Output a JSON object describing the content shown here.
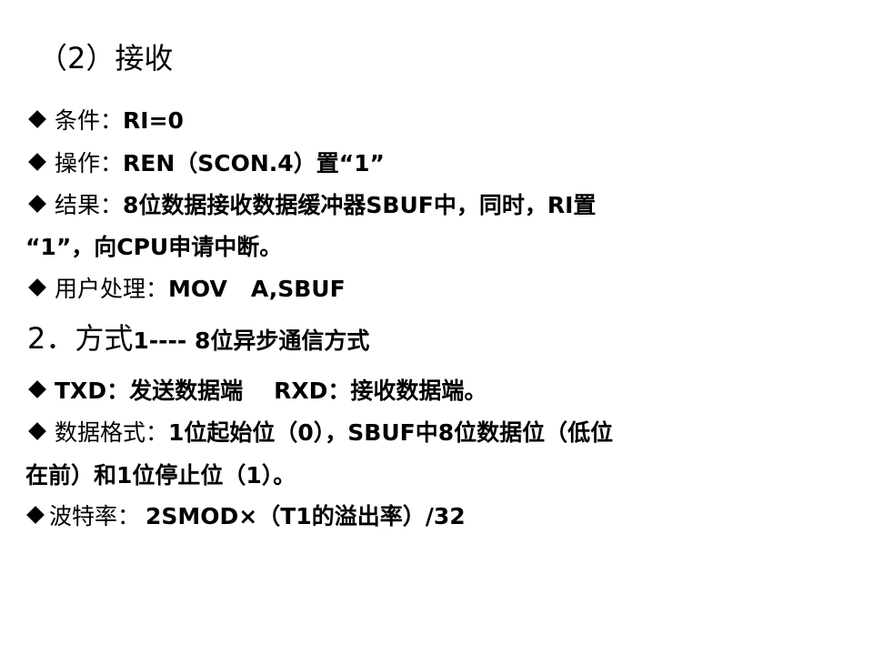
{
  "section1": {
    "title": "（2）接收"
  },
  "receive_items": [
    {
      "label": "条件：",
      "value": "RI=0"
    },
    {
      "label": "操作：",
      "value_a": "REN",
      "value_b": "（SCON.4）置“1”"
    },
    {
      "label": "结果：",
      "value_a": "8位数据接收数据缓冲器SBUF中，同时，RI置",
      "continuation": "“1”，向CPU申请中断。"
    },
    {
      "label": "用户处理：",
      "value": "MOV   A,SBUF"
    }
  ],
  "section2": {
    "number": "2．",
    "title_a": "方式",
    "title_b": "1---- 8位异步通信方式"
  },
  "mode1_items": [
    {
      "text_a": "TXD：发送数据端",
      "text_b": "RXD：接收数据端。"
    },
    {
      "label": "数据格式：",
      "value_a": "1位起始位（0），SBUF中8位数据位（低位",
      "continuation": "在前）和1位停止位（1）。"
    },
    {
      "label": "波特率：",
      "value": "2SMOD×（T1的溢出率）/32"
    }
  ],
  "colors": {
    "text": "#000000",
    "background": "#ffffff"
  }
}
